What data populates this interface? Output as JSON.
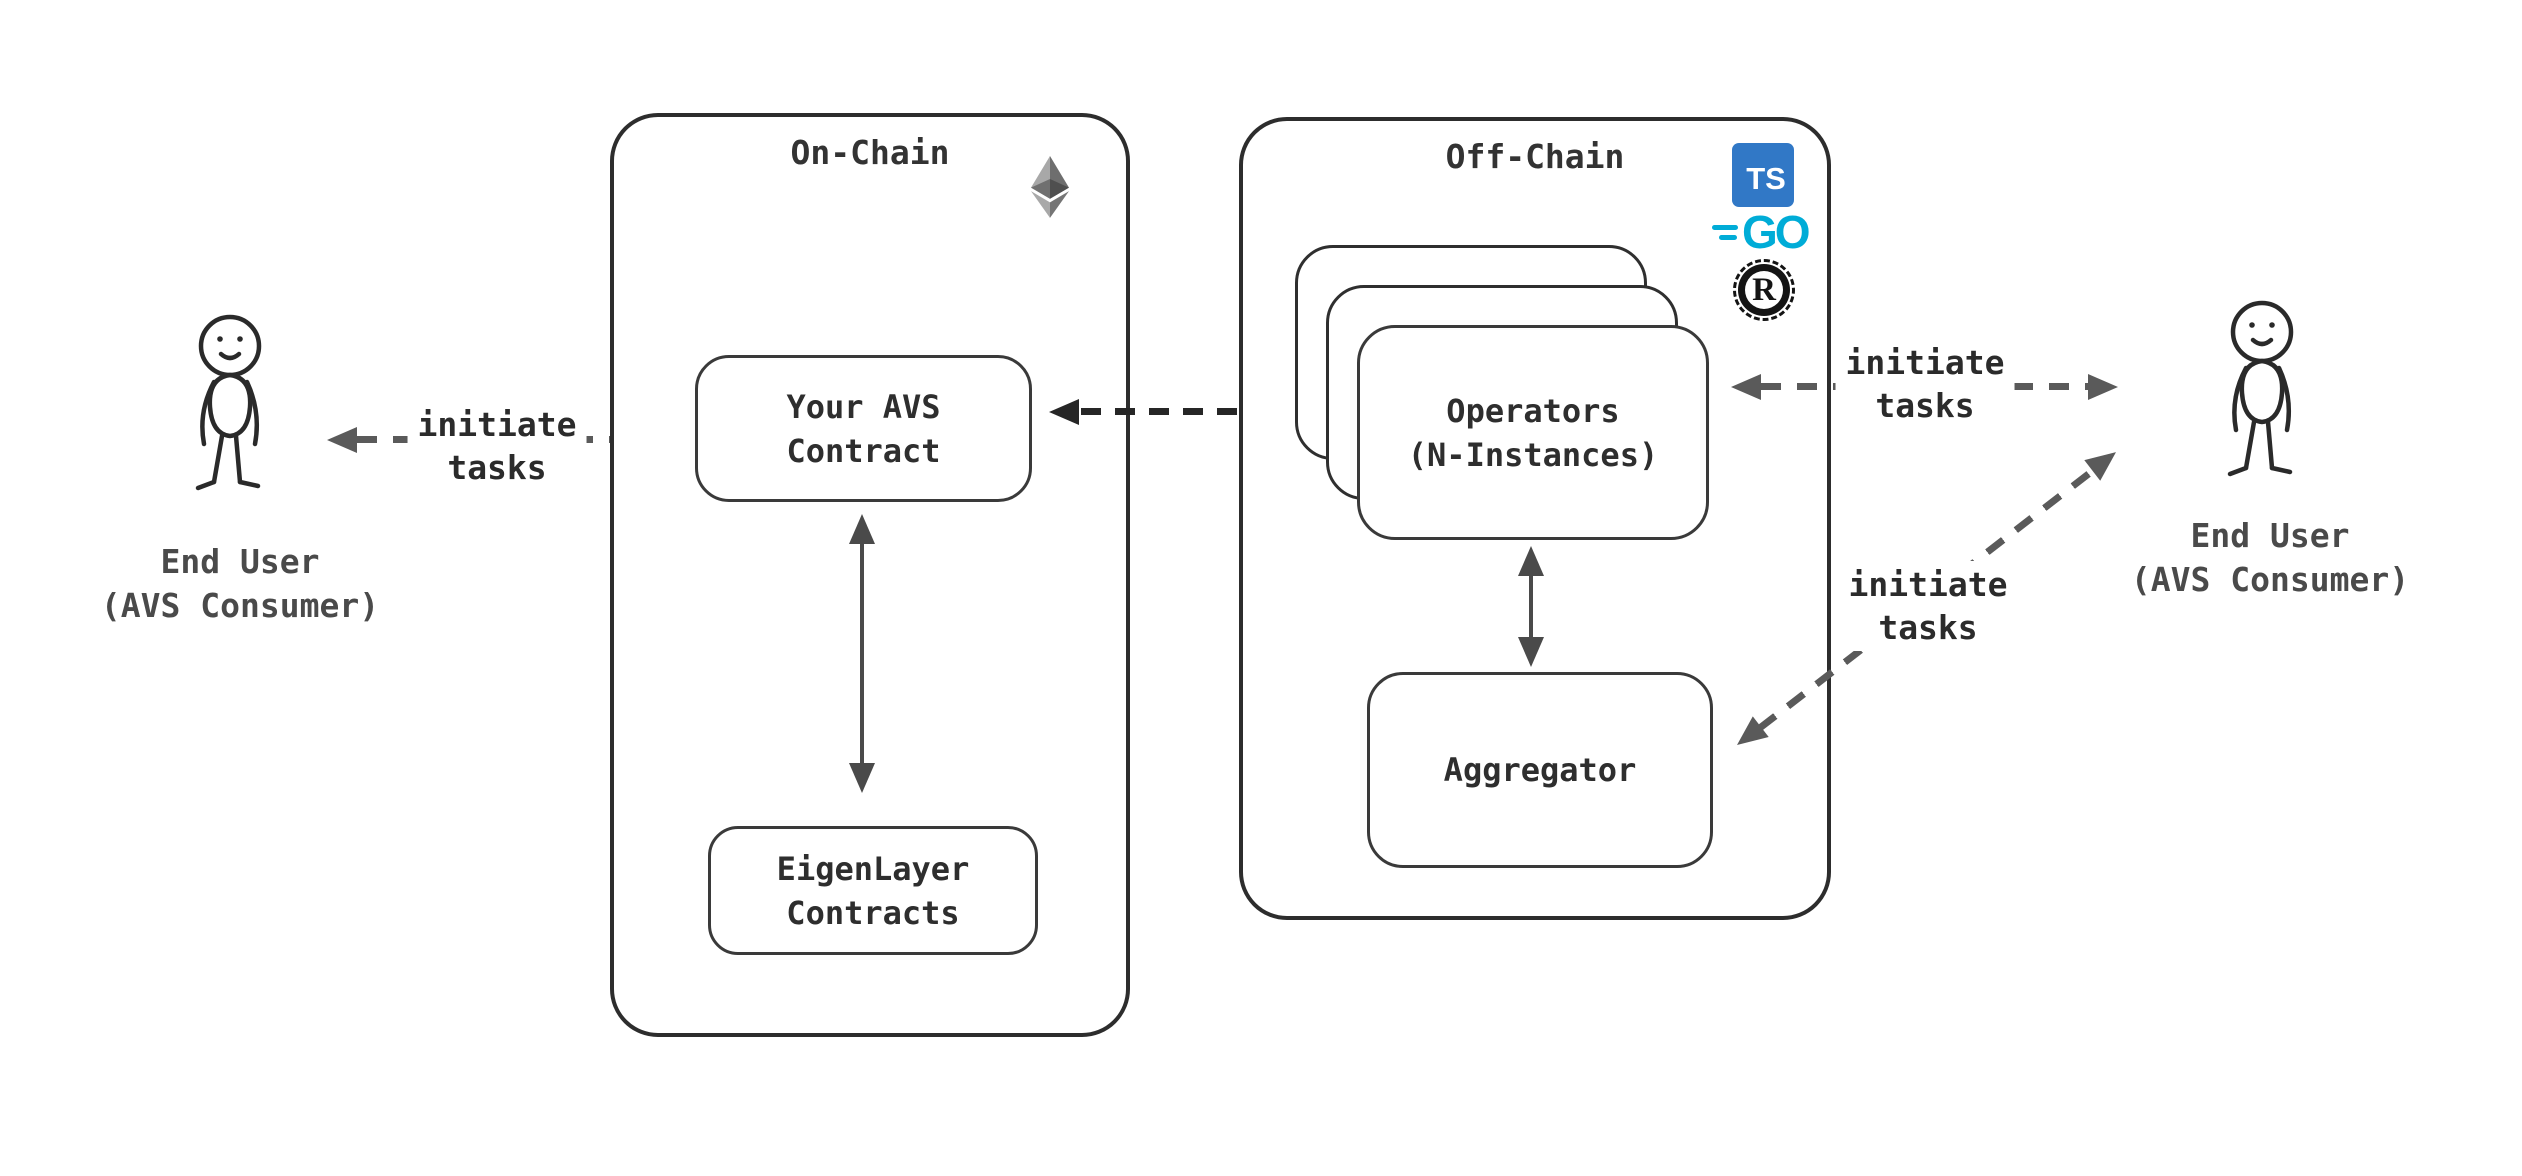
{
  "actors": {
    "left": {
      "name_line1": "End User",
      "name_line2": "(AVS Consumer)"
    },
    "right": {
      "name_line1": "End User",
      "name_line2": "(AVS Consumer)"
    }
  },
  "onchain": {
    "title": "On-Chain",
    "avs_contract": {
      "line1": "Your AVS",
      "line2": "Contract"
    },
    "eigenlayer": {
      "line1": "EigenLayer",
      "line2": "Contracts"
    }
  },
  "offchain": {
    "title": "Off-Chain",
    "operators": {
      "line1": "Operators",
      "line2": "(N-Instances)"
    },
    "aggregator": {
      "label": "Aggregator"
    },
    "tech_icons": {
      "typescript": {
        "label": "TS",
        "color": "#3178C6"
      },
      "go": {
        "label": "GO",
        "color": "#00ACD7"
      },
      "rust": {
        "label": "R",
        "color": "#141414"
      }
    }
  },
  "arrows": {
    "left_user_avs": {
      "line1": "initiate",
      "line2": "tasks"
    },
    "operators_right_user": {
      "line1": "initiate",
      "line2": "tasks"
    },
    "right_user_aggregator": {
      "line1": "initiate",
      "line2": "tasks"
    }
  },
  "icons": {
    "ethereum": "ethereum-icon",
    "typescript": "typescript-icon",
    "go": "go-icon",
    "rust": "rust-icon",
    "left_user": "person-icon",
    "right_user": "person-icon"
  },
  "colors": {
    "background": "#FFFFFF",
    "frame_border": "#2D2D2D",
    "node_border": "#3A3A3A",
    "arrow_gray": "#5A5A5A",
    "arrow_dark": "#262626",
    "text_dark": "#2E2E2E",
    "actor_text": "#4A4A4A"
  }
}
